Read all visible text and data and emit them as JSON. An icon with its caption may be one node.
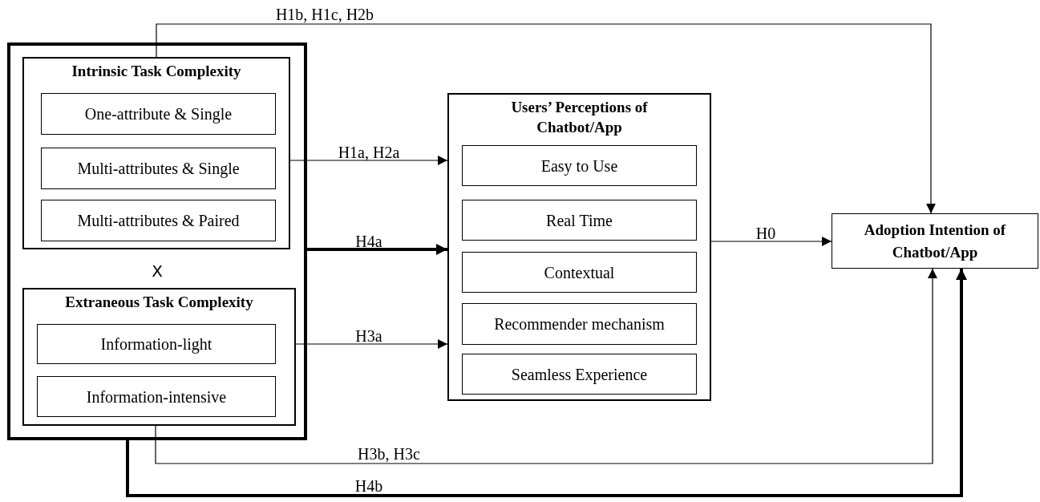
{
  "diagram": {
    "nodes": [
      {
        "text": [],
        "shape": "box"
      },
      {
        "text": [
          "Intrinsic Task Complexity"
        ],
        "in": 0
      },
      {
        "text": [
          "One-attribute & Single"
        ],
        "in": 1
      },
      {
        "text": [
          "Multi-attributes & Single"
        ],
        "in": 1
      },
      {
        "text": [
          "Multi-attributes & Paired"
        ],
        "in": 1
      },
      {
        "text": [
          "Extraneous Task Complexity"
        ],
        "in": 0
      },
      {
        "text": [
          "Information-light"
        ],
        "in": 5
      },
      {
        "text": [
          "Information-intensive"
        ],
        "in": 5
      },
      {
        "text": [
          "Users’ Perceptions of Chatbot/App"
        ]
      },
      {
        "text": [
          "Easy to Use"
        ],
        "in": 8
      },
      {
        "text": [
          "Real Time"
        ],
        "in": 8
      },
      {
        "text": [
          "Contextual"
        ],
        "in": 8
      },
      {
        "text": [
          "Recommender mechanism"
        ],
        "in": 8
      },
      {
        "text": [
          "Seamless Experience"
        ],
        "in": 8
      },
      {
        "text": [
          "Adoption Intention of Chatbot/App"
        ]
      }
    ],
    "edges": [
      {
        "from": 1,
        "to": 8,
        "arrow": "to",
        "label": "H1a, H2a"
      },
      {
        "from": 0,
        "to": 8,
        "arrow": "to",
        "label": "H4a",
        "style": "thick"
      },
      {
        "from": 5,
        "to": 8,
        "arrow": "to",
        "label": "H3a"
      },
      {
        "from": 8,
        "to": 14,
        "arrow": "to",
        "label": "H0"
      },
      {
        "from": 1,
        "to": 14,
        "arrow": "to",
        "label": "H1b, H1c, H2b"
      },
      {
        "from": 5,
        "to": 14,
        "arrow": "to",
        "label": "H3b, H3c"
      },
      {
        "from": 0,
        "to": 14,
        "arrow": "to",
        "label": "H4b",
        "style": "thick"
      }
    ],
    "labels": [
      "X"
    ]
  }
}
